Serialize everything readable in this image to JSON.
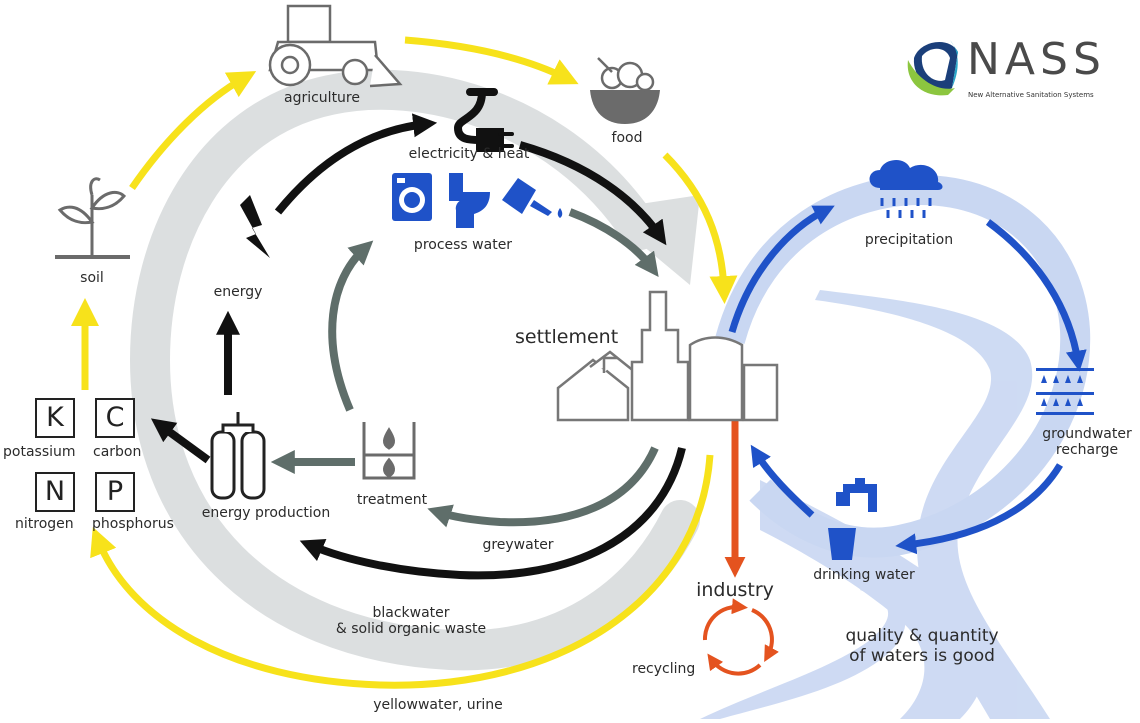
{
  "logo": {
    "name": "NASS",
    "subtitle": "New Alternative Sanitation Systems"
  },
  "nodes": {
    "agriculture": "agriculture",
    "food": "food",
    "electricity": "electricity & heat",
    "process_water": "process water",
    "soil": "soil",
    "energy": "energy",
    "settlement": "settlement",
    "energy_production": "energy production",
    "treatment": "treatment",
    "industry": "industry",
    "recycling": "recycling",
    "precipitation": "precipitation",
    "groundwater_line1": "groundwater",
    "groundwater_line2": "recharge",
    "drinking_water": "drinking water"
  },
  "nutrients": [
    {
      "symbol": "K",
      "name": "potassium"
    },
    {
      "symbol": "C",
      "name": "carbon"
    },
    {
      "symbol": "N",
      "name": "nitrogen"
    },
    {
      "symbol": "P",
      "name": "phosphorus"
    }
  ],
  "flows": {
    "greywater": "greywater",
    "blackwater_line1": "blackwater",
    "blackwater_line2": "& solid organic waste",
    "yellowwater": "yellowwater, urine"
  },
  "quality_line1": "quality & quantity",
  "quality_line2": "of waters is good",
  "colors": {
    "yellow": "#f7e21b",
    "black": "#111111",
    "slate": "#5f6e6a",
    "blue": "#1f52c8",
    "light_blue": "#c9d7f2",
    "light_gray": "#dcdfe0",
    "orange": "#e4531f",
    "icon_gray": "#6b6b6b"
  }
}
